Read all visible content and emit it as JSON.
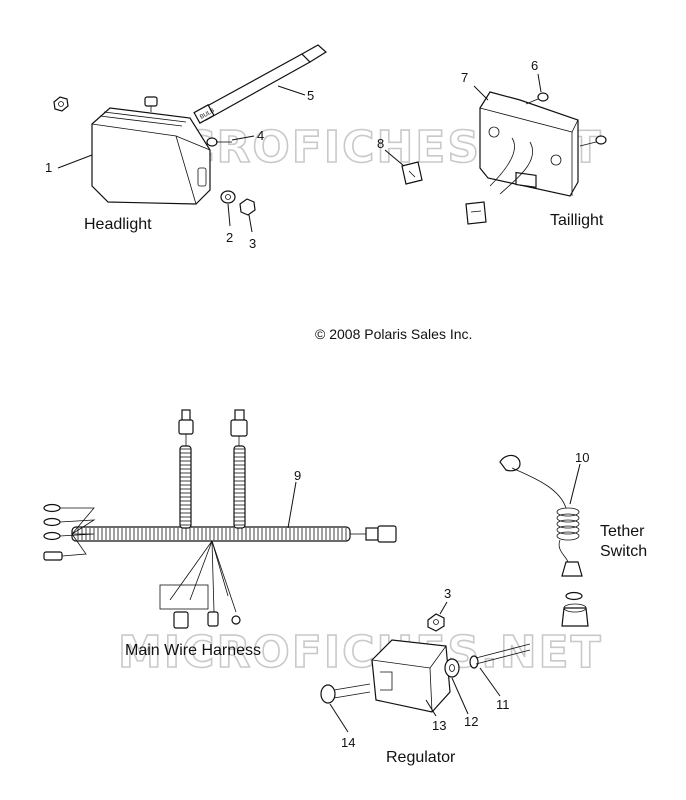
{
  "watermark": "MICROFICHES.NET",
  "copyright": "© 2008 Polaris Sales Inc.",
  "sections": {
    "headlight": "Headlight",
    "taillight": "Taillight",
    "harness": "Main Wire Harness",
    "tether": [
      "Tether",
      "Switch"
    ],
    "regulator": "Regulator"
  },
  "callouts": [
    "1",
    "2",
    "3",
    "4",
    "5",
    "6",
    "7",
    "8",
    "9",
    "10",
    "3",
    "11",
    "12",
    "13",
    "14"
  ],
  "bulb_text": "BULB"
}
